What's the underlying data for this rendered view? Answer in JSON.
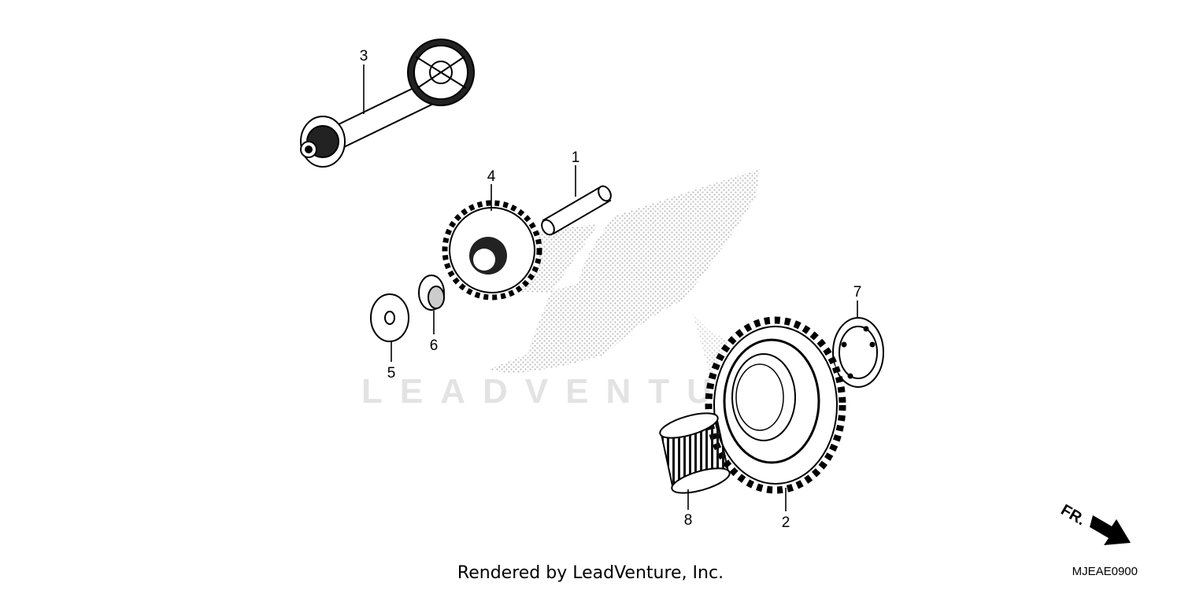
{
  "diagram": {
    "callouts": [
      {
        "id": "1",
        "label": "1"
      },
      {
        "id": "2",
        "label": "2"
      },
      {
        "id": "3",
        "label": "3"
      },
      {
        "id": "4",
        "label": "4"
      },
      {
        "id": "5",
        "label": "5"
      },
      {
        "id": "6",
        "label": "6"
      },
      {
        "id": "7",
        "label": "7"
      },
      {
        "id": "8",
        "label": "8"
      }
    ],
    "direction_label": "FR.",
    "watermark_text": "LEADVENTURE",
    "footer_text": "Rendered by LeadVenture, Inc.",
    "diagram_code": "MJEAE0900"
  }
}
